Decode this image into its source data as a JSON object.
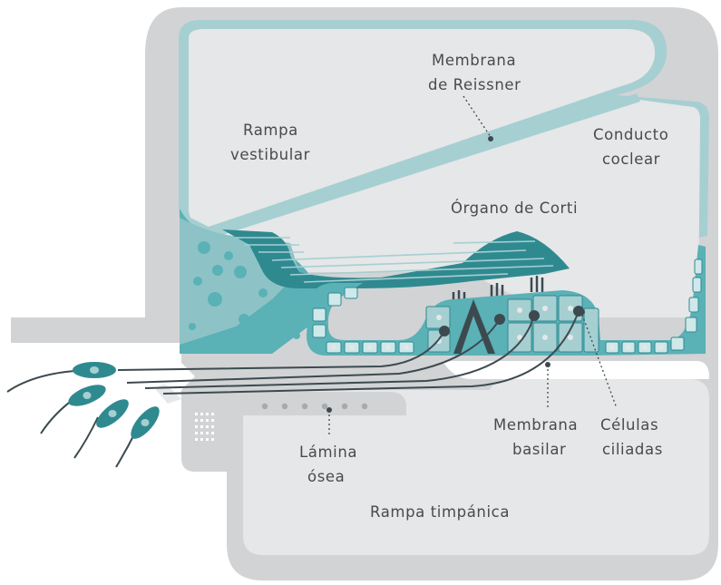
{
  "labels": {
    "membrana_reissner": [
      "Membrana",
      "de Reissner"
    ],
    "rampa_vestibular": [
      "Rampa",
      "vestibular"
    ],
    "conducto_coclear": [
      "Conducto",
      "coclear"
    ],
    "organo_de_corti": [
      "Órgano de Corti"
    ],
    "membrana_basilar": [
      "Membrana",
      "basilar"
    ],
    "celulas_ciliadas": [
      "Células",
      "ciliadas"
    ],
    "lamina_osea": [
      "Lámina",
      "ósea"
    ],
    "rampa_timpanica": [
      "Rampa timpánica"
    ]
  },
  "colors": {
    "bone": "#d2d3d5",
    "chamber": "#e6e7e8",
    "teal_light": "#a6cfd2",
    "teal": "#5ab1b6",
    "teal_dark": "#2f8a90",
    "dark": "#3c4a50",
    "cell_fill": "#cfe8ea",
    "text": "#4a4a4a"
  }
}
